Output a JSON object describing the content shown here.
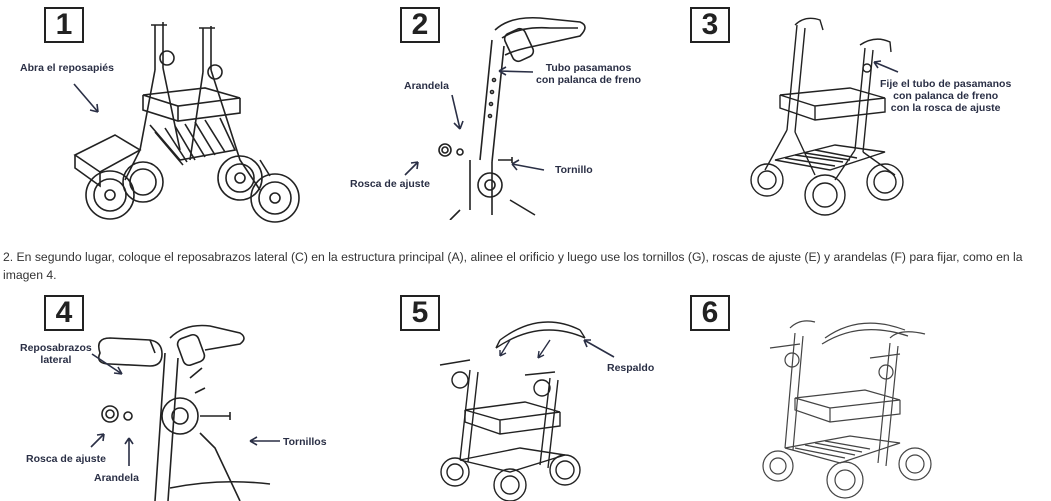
{
  "steps": [
    {
      "number": "1",
      "labels": {
        "footrest": "Abra el reposapiés"
      }
    },
    {
      "number": "2",
      "labels": {
        "tube": "Tubo pasamanos\ncon palanca de freno",
        "washer": "Arandela",
        "screw": "Tornillo",
        "knob": "Rosca de ajuste"
      }
    },
    {
      "number": "3",
      "labels": {
        "fix": "Fije el tubo de pasamanos\ncon palanca de freno\ncon la rosca de ajuste"
      }
    },
    {
      "number": "4",
      "labels": {
        "armrest": "Reposabrazos\nlateral",
        "knob": "Rosca de ajuste",
        "washer": "Arandela",
        "screws": "Tornillos"
      }
    },
    {
      "number": "5",
      "labels": {
        "backrest": "Respaldo"
      }
    },
    {
      "number": "6",
      "labels": {}
    }
  ],
  "instruction": "2. En segundo lugar, coloque el reposabrazos lateral (C) en la estructura principal (A), alinee el orificio y luego use los tornillos (G), roscas de ajuste (E) y arandelas (F) para fijar, como en la imagen 4."
}
